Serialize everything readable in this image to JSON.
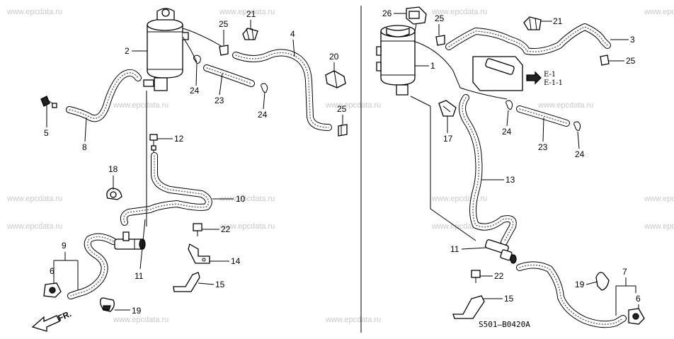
{
  "watermark": "www.epcdata.ru",
  "diagram_code": "S501—B0420A",
  "ref": {
    "line1": "E-1",
    "line2": "E-1-1"
  },
  "fr_label": "FR.",
  "callouts": {
    "l2": "2",
    "l25a": "25",
    "l21a": "21",
    "l4": "4",
    "l20": "20",
    "l24a": "24",
    "l23a": "23",
    "l24b": "24",
    "l25b": "25",
    "l5": "5",
    "l8": "8",
    "l12": "12",
    "l18": "18",
    "l10": "10",
    "l22a": "22",
    "l9": "9",
    "l6a": "6",
    "l11a": "11",
    "l14": "14",
    "l15a": "15",
    "l19a": "19",
    "l26": "26",
    "l25c": "25",
    "l21b": "21",
    "l3": "3",
    "l25d": "25",
    "l1": "1",
    "l17": "17",
    "l24c": "24",
    "l23b": "23",
    "l24d": "24",
    "l13": "13",
    "l11b": "11",
    "l22b": "22",
    "l7": "7",
    "l19b": "19",
    "l6b": "6",
    "l15b": "15"
  }
}
